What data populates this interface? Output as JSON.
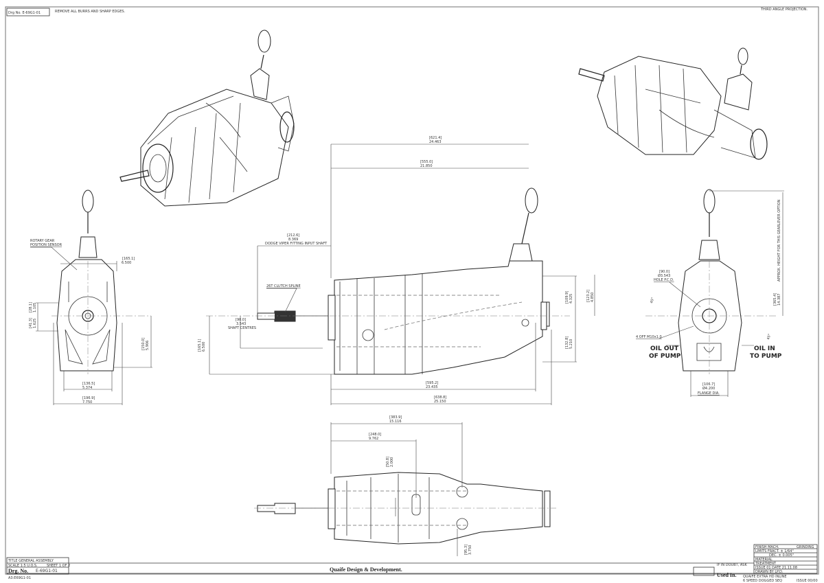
{
  "header": {
    "drg_no_box": "Drg No.  E-69G1-01",
    "note": "REMOVE ALL BURRS AND SHARP EDGES.",
    "projection": "THIRD ANGLE PROJECTION."
  },
  "front_view": {
    "sensor_label_1": "ROTARY GEAR",
    "sensor_label_2": "POSITION SENSOR",
    "dims": [
      {
        "mm": "[165.1]",
        "in": "6.500"
      },
      {
        "mm": "[28.1]",
        "in": "1.105"
      },
      {
        "mm": "[41.3]",
        "in": "1.625"
      },
      {
        "mm": "[150.0]",
        "in": "5.906"
      },
      {
        "mm": "[136.5]",
        "in": "5.374"
      },
      {
        "mm": "[196.9]",
        "in": "7.750"
      }
    ]
  },
  "side_view": {
    "input_shaft": {
      "mm": "[212.6]",
      "in": "8.369",
      "label": "DODGE VIPER FITTING INPUT SHAFT"
    },
    "spline_label": "26T CLUTCH SPLINE",
    "shaft_centres": {
      "mm": "[90.0]",
      "in": "3.543",
      "label": "SHAFT CENTRES"
    },
    "dims": [
      {
        "mm": "[621.4]",
        "in": "24.463"
      },
      {
        "mm": "[555.0]",
        "in": "21.850"
      },
      {
        "mm": "[165.1]",
        "in": "6.500"
      },
      {
        "mm": "[109.9]",
        "in": "4.325"
      },
      {
        "mm": "[123.2]",
        "in": "4.850"
      },
      {
        "mm": "[132.8]",
        "in": "5.210"
      },
      {
        "mm": "[595.2]",
        "in": "23.435"
      },
      {
        "mm": "[638.8]",
        "in": "25.150"
      }
    ]
  },
  "rear_view": {
    "pcd": {
      "mm": "[90.0]",
      "in": "Ø3.543",
      "label": "HOLE P.C.D."
    },
    "holes": "4 OFF M10x1.0",
    "angle_1": "45°",
    "angle_2": "45°",
    "height": {
      "mm": "[365.4]",
      "in": "14.387",
      "label": "APPROX. HEIGHT FOR THIS GEARLEVER OPTION"
    },
    "oil_out_1": "OIL OUT",
    "oil_out_2": "OF PUMP",
    "oil_in_1": "OIL IN",
    "oil_in_2": "TO PUMP",
    "flange": {
      "mm": "[106.7]",
      "in": "Ø4.200",
      "label": "FLANGE DIA."
    }
  },
  "plan_view": {
    "dims": [
      {
        "mm": "[383.9]",
        "in": "15.116"
      },
      {
        "mm": "[248.0]",
        "in": "9.762"
      },
      {
        "mm": "[50.8]",
        "in": "2.000"
      },
      {
        "mm": "[95.3]",
        "in": "3.750"
      }
    ]
  },
  "title_block": {
    "title": "TITLE  GENERAL ASSEMBLY",
    "scale": "SCALE 1:5 U.O.S.",
    "sheet": "SHEET 1 OF 2",
    "drg_label": "Drg. No.",
    "drg_no": "E-69G1-01",
    "file": "A3:E69G1-01",
    "company": "Quaife Design & Development.",
    "finish": "FINISH  MACH.",
    "grinding": "GRINDING",
    "limits_fract": "LIMITS  FRACT. ± 1/64\"",
    "limits_dec": "DEC. ± 0.005\"",
    "material": "MATERIAL",
    "treatment": "TREATMENT",
    "issue": "ISSUE  01    DATE 21.11.08",
    "drawn_by": "DRAWN BY  LP.D.",
    "if_in_doubt": "IF IN DOUBT, ASK",
    "used_in": "Used In.",
    "description_1": "QUAIFE EXTRA HD INLINE",
    "description_2": "6 SPEED DOGGED SEQ",
    "issue_stamp": "ISSUE 00/00"
  }
}
